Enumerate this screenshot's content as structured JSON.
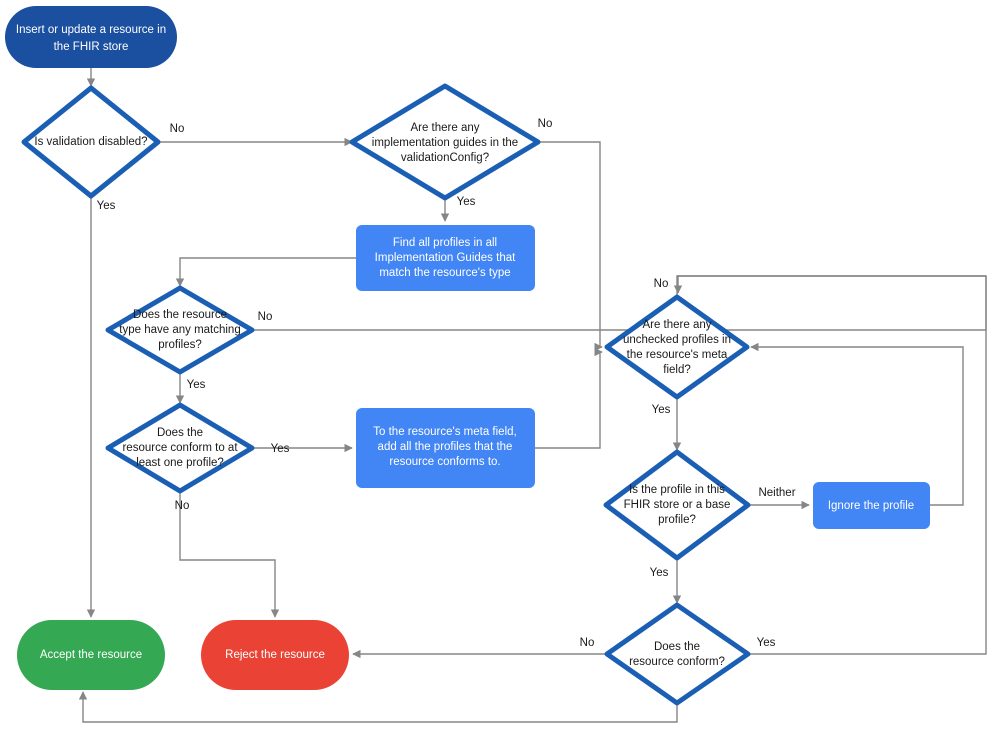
{
  "diagram": {
    "title": "FHIR store resource validation flow",
    "colors": {
      "start_fill": "#1b4fa0",
      "process_fill": "#4285f4",
      "accept_fill": "#34a853",
      "reject_fill": "#ea4335",
      "decision_stroke": "#1a5fb4",
      "decision_fill": "#ffffff",
      "edge_stroke": "#868686",
      "text_dark": "#1a1a1a",
      "text_light": "#ffffff"
    },
    "nodes": [
      {
        "id": "start",
        "type": "terminal",
        "lines": [
          "Insert or update a resource in",
          "the FHIR store"
        ]
      },
      {
        "id": "validation_disabled",
        "type": "decision",
        "lines": [
          "Is validation disabled?"
        ]
      },
      {
        "id": "implementation_guides",
        "type": "decision",
        "lines": [
          "Are there any",
          "implementation guides in the",
          "validationConfig?"
        ]
      },
      {
        "id": "find_profiles",
        "type": "process",
        "lines": [
          "Find all profiles in all",
          "Implementation Guides that",
          "match the resource's type"
        ]
      },
      {
        "id": "matching_profiles",
        "type": "decision",
        "lines": [
          "Does the resource",
          "type have any matching",
          "profiles?"
        ]
      },
      {
        "id": "conform_one_profile",
        "type": "decision",
        "lines": [
          "Does the",
          "resource conform to at",
          "least one profile?"
        ]
      },
      {
        "id": "add_profiles_meta",
        "type": "process",
        "lines": [
          "To the resource's meta field,",
          "add all the profiles that the",
          "resource conforms to."
        ]
      },
      {
        "id": "unchecked_profiles",
        "type": "decision",
        "lines": [
          "Are there any",
          "unchecked profiles in",
          "the resource's meta",
          "field?"
        ]
      },
      {
        "id": "profile_in_store",
        "type": "decision",
        "lines": [
          "Is the profile in this",
          "FHIR store or a base",
          "profile?"
        ]
      },
      {
        "id": "ignore_profile",
        "type": "process",
        "lines": [
          "Ignore the profile"
        ]
      },
      {
        "id": "resource_conform",
        "type": "decision",
        "lines": [
          "Does the",
          "resource conform?"
        ]
      },
      {
        "id": "accept",
        "type": "terminal",
        "lines": [
          "Accept the resource"
        ]
      },
      {
        "id": "reject",
        "type": "terminal",
        "lines": [
          "Reject the resource"
        ]
      }
    ],
    "edge_labels": {
      "validation_no": "No",
      "validation_yes": "Yes",
      "guides_no": "No",
      "guides_yes": "Yes",
      "matching_no": "No",
      "matching_yes": "Yes",
      "conform_one_yes": "Yes",
      "conform_one_no": "No",
      "unchecked_no": "No",
      "unchecked_yes": "Yes",
      "profile_neither": "Neither",
      "profile_yes": "Yes",
      "conform_no": "No",
      "conform_yes": "Yes"
    }
  }
}
